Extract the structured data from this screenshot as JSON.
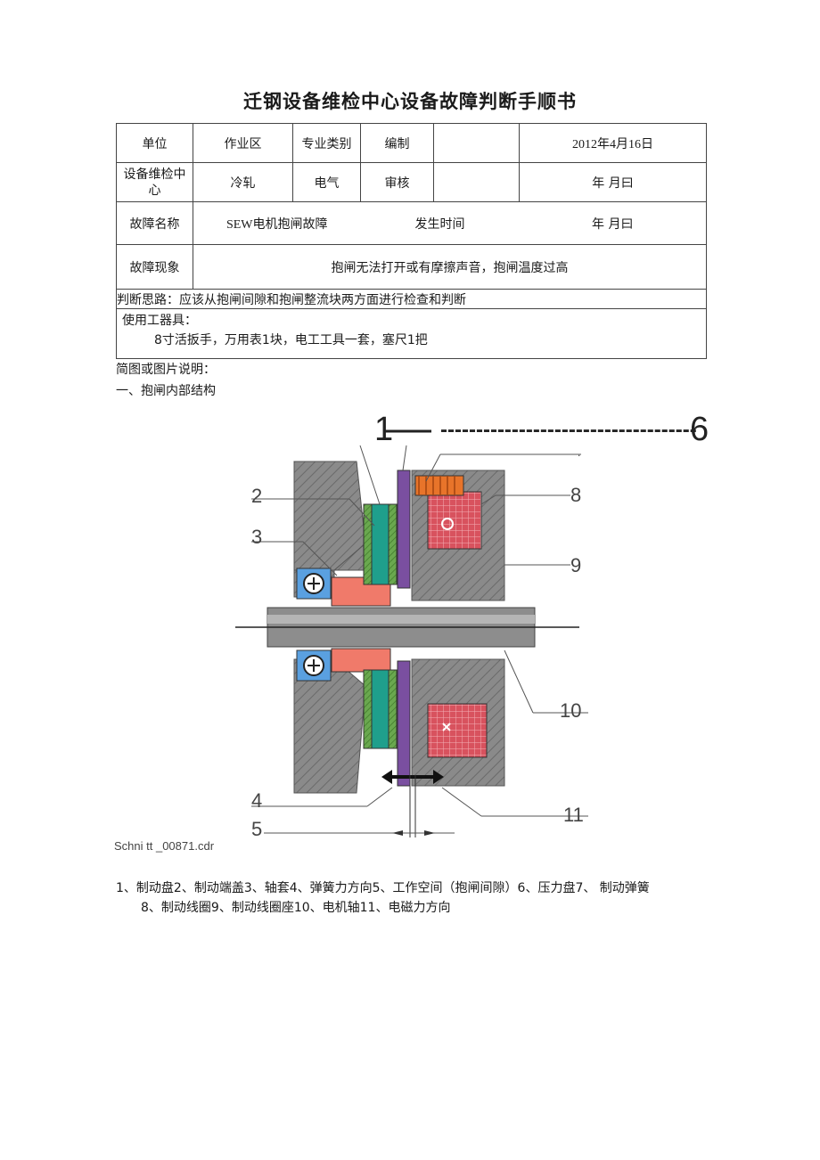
{
  "title": "迁钢设备维检中心设备故障判断手顺书",
  "table": {
    "r1": {
      "unit_label": "单位",
      "unit_value": "作业区",
      "category_label": "专业类别",
      "editor_label": "编制",
      "editor_value": "",
      "date": "2012年4月16日"
    },
    "r2": {
      "unit": "设备维检中心",
      "dept": "冷轧",
      "category": "电气",
      "review_label": "审核",
      "review_value": "",
      "date": "年  月曰"
    },
    "r3": {
      "fault_name_label": "故障名称",
      "fault_name": "SEW电机抱闸故障",
      "time_label": "发生时间",
      "time_value": "年  月曰"
    },
    "r4": {
      "symptom_label": "故障现象",
      "symptom": "抱闸无法打开或有摩擦声音，抱闸温度过高"
    },
    "r5": {
      "reasoning": "判断思路：应该从抱闸间隙和抱闸整流块两方面进行检查和判断"
    },
    "r6": {
      "tools_label": "使用工器具：",
      "tools": "8寸活扳手，万用表1块，电工工具一套，塞尺1把"
    }
  },
  "sketch_label": "简图或图片说明：",
  "section1": "一、抱闸内部结构",
  "diagram": {
    "callouts": [
      "1",
      "2",
      "3",
      "4",
      "5",
      "6",
      "8",
      "9",
      "10",
      "11"
    ],
    "top_dashes": "------------------------------------",
    "file_caption": "Schni tt _00871.cdr",
    "colors": {
      "gray": "#8a8a8a",
      "red": "#d8525e",
      "teal": "#1f9f8c",
      "green": "#6aa84f",
      "purple": "#7a4fa0",
      "orange": "#e8742a",
      "blue": "#5aa0e0",
      "salmon": "#f07a6a"
    }
  },
  "legend": {
    "line1": "1、制动盘2、制动端盖3、轴套4、弹簧力方向5、工作空间（抱闸间隙）6、压力盘7、  制动弹簧",
    "line2": "8、制动线圈9、制动线圈座10、电机轴11、电磁力方向"
  }
}
